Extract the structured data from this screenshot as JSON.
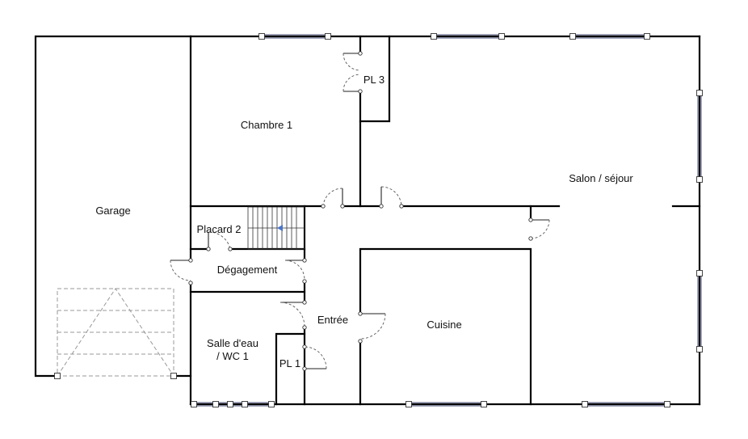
{
  "rooms": {
    "garage": "Garage",
    "chambre": "Chambre 1",
    "placard_pl3": "PL 3",
    "salon": "Salon / séjour",
    "placard2": "Placard 2",
    "degagement": "Dégagement",
    "entree": "Entrée",
    "cuisine": "Cuisine",
    "salle_eau_line1": "Salle d'eau",
    "salle_eau_line2": "/ WC 1",
    "placard_pl1": "PL 1"
  },
  "colors": {
    "wall": "#000000",
    "window": "#4a4f7a",
    "stair_arrow": "#4a74c9",
    "garage_door": "#999999"
  }
}
